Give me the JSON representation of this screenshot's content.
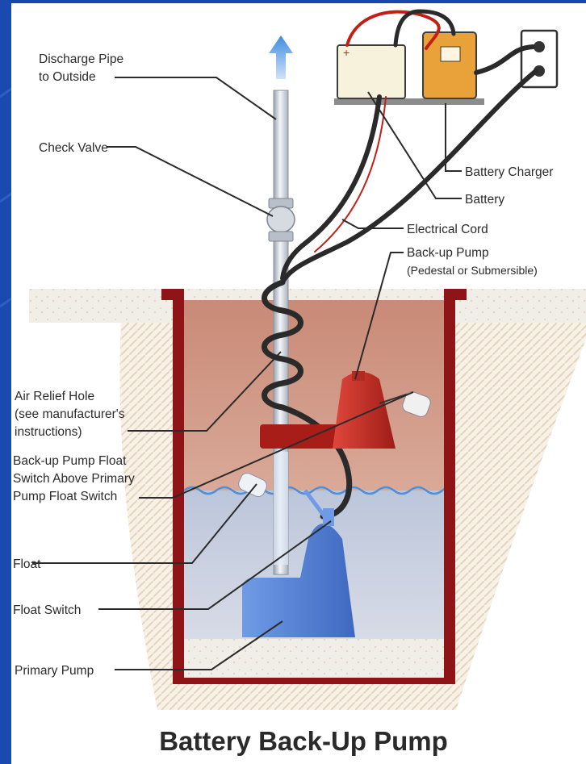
{
  "title": "Battery Back-Up Pump",
  "labels": {
    "discharge_pipe_line1": "Discharge Pipe",
    "discharge_pipe_line2": "to Outside",
    "check_valve": "Check Valve",
    "battery_charger": "Battery Charger",
    "battery": "Battery",
    "electrical_cord": "Electrical Cord",
    "backup_pump_line1": "Back-up Pump",
    "backup_pump_line2": "(Pedestal or Submersible)",
    "air_relief_line1": "Air Relief Hole",
    "air_relief_line2": "(see manufacturer's",
    "air_relief_line3": "instructions)",
    "backup_float_line1": "Back-up Pump Float",
    "backup_float_line2": "Switch Above Primary",
    "backup_float_line3": "Pump Float Switch",
    "float": "Float",
    "float_switch": "Float Switch",
    "primary_pump": "Primary Pump"
  },
  "colors": {
    "background": "#1747a8",
    "panel": "#ffffff",
    "sump_wall": "#8e1418",
    "pit_interior": "#d9a493",
    "water": "#c7cfde",
    "backup_pump": "#c22a22",
    "primary_pump": "#5a86d6",
    "charger": "#e9a13a",
    "battery": "#f6f2dc"
  }
}
